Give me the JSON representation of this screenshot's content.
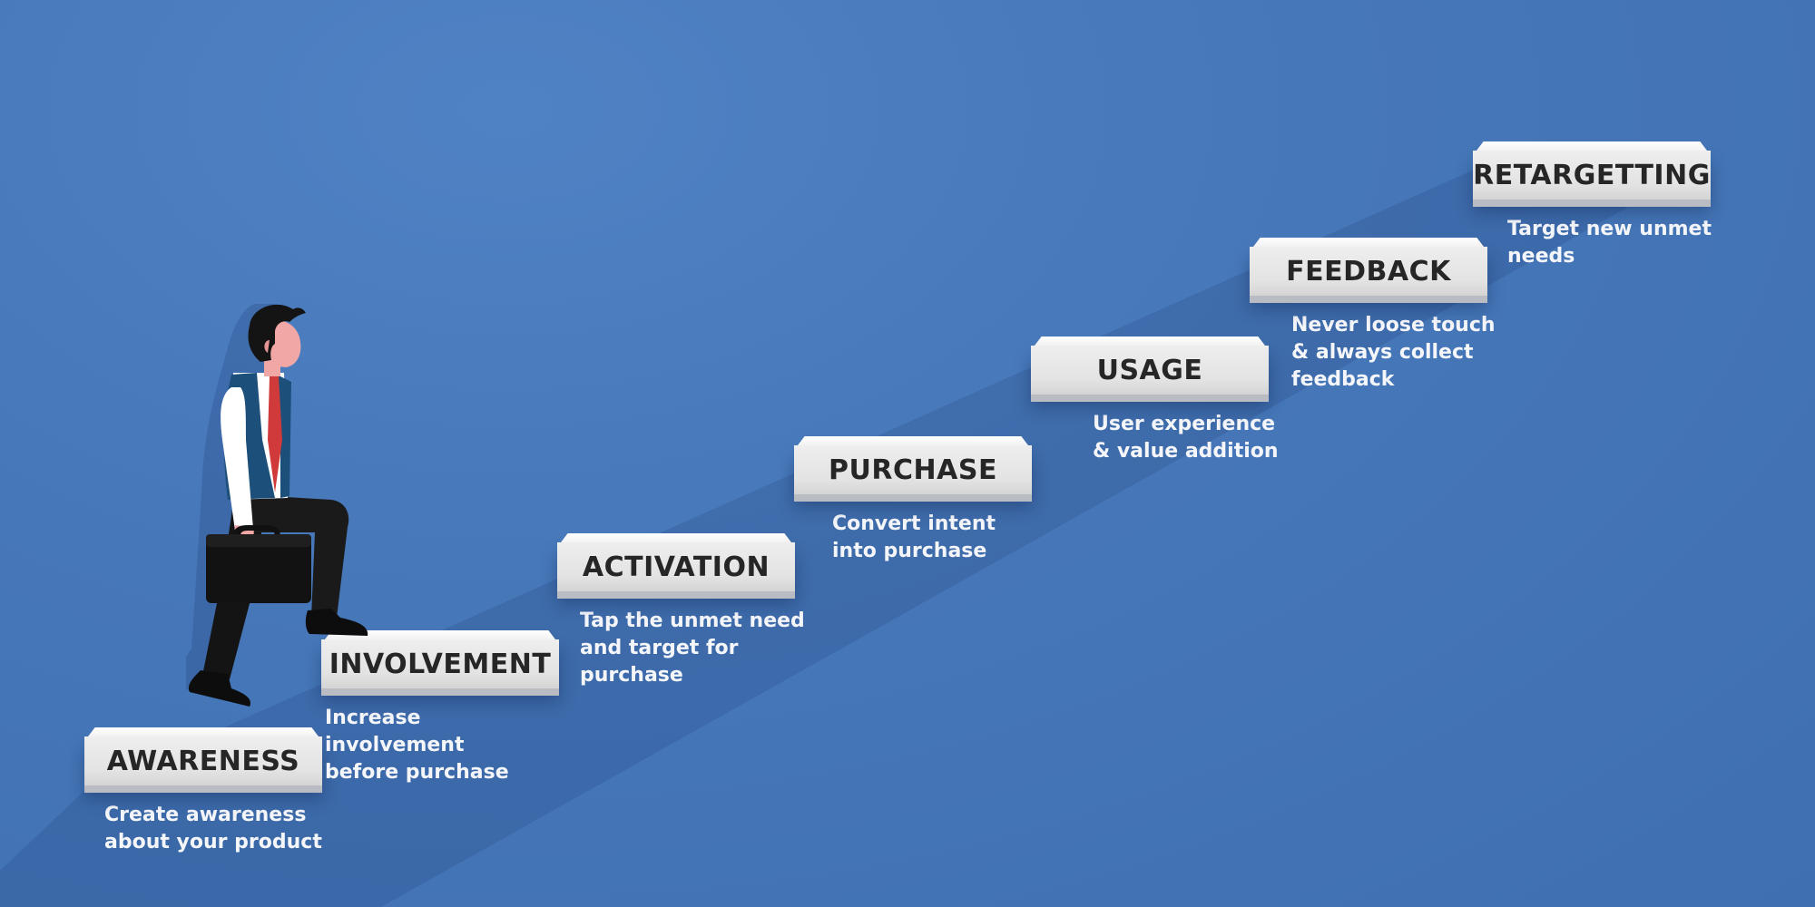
{
  "steps": [
    {
      "title": "AWARENESS",
      "desc_lines": [
        "Create awareness",
        "about your product"
      ]
    },
    {
      "title": "INVOLVEMENT",
      "desc_lines": [
        "Increase involvement",
        "before purchase"
      ]
    },
    {
      "title": "ACTIVATION",
      "desc_lines": [
        "Tap the unmet need",
        "and target for",
        "purchase"
      ]
    },
    {
      "title": "PURCHASE",
      "desc_lines": [
        "Convert intent",
        "into purchase"
      ]
    },
    {
      "title": "USAGE",
      "desc_lines": [
        "User experience",
        "& value addition"
      ]
    },
    {
      "title": "FEEDBACK",
      "desc_lines": [
        "Never loose touch",
        "& always collect",
        "feedback"
      ]
    },
    {
      "title": "RETARGETTING",
      "desc_lines": [
        "Target new unmet",
        "needs"
      ]
    }
  ],
  "colors": {
    "background": "#4677b8",
    "step_face": "#e3e3e3",
    "title_text": "#262626",
    "desc_text": "#f4f6fa",
    "tie": "#d03a3a",
    "vest": "#1c4f7a"
  },
  "illustration": {
    "figure": "businessman-climbing-stairs",
    "accessory": "briefcase-icon"
  }
}
